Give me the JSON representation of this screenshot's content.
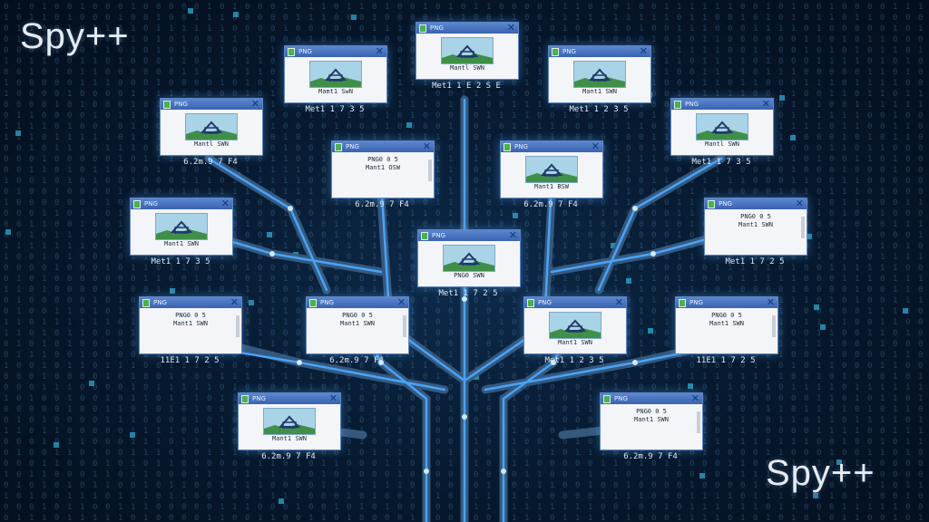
{
  "brand": {
    "top_left": "Spy++",
    "bottom_right": "Spy++"
  },
  "colors": {
    "accent": "#4aa8ff",
    "titlebar": "#3a63b0",
    "background": "#071a30"
  },
  "icons": {
    "window_close": "close-icon",
    "window_app": "app-icon",
    "thumbnail": "house-landscape-icon"
  },
  "windows": [
    {
      "id": "w0",
      "title": "PNG",
      "line1": "",
      "line2": "Mantl SWN",
      "caption": "Met1 1 E 2 S E"
    },
    {
      "id": "w1",
      "title": "PNG",
      "line1": "",
      "line2": "Mamt1 SwN",
      "caption": "Met1 1 7 3 5"
    },
    {
      "id": "w2",
      "title": "PNG",
      "line1": "",
      "line2": "Mant1 SWN",
      "caption": "Met1 1 2 3 5"
    },
    {
      "id": "w3",
      "title": "PNG",
      "line1": "",
      "line2": "Mantl SWN",
      "caption": "6.2m.9 7 F4"
    },
    {
      "id": "w4",
      "title": "PNG",
      "line1": "",
      "line2": "Mantl SWN",
      "caption": "Met1 1 7 3 5"
    },
    {
      "id": "w5",
      "title": "PNG",
      "line1": "PNG0 0 5",
      "line2": "Mant1 OSW",
      "caption": "6.2m.9 7 F4"
    },
    {
      "id": "w6",
      "title": "PNG",
      "line1": "PNG0 0 5",
      "line2": "Mant1 BSW",
      "caption": "6.2m.9 7 F4"
    },
    {
      "id": "w7",
      "title": "PNG",
      "line1": "",
      "line2": "Mant1 SWN",
      "caption": "Met1 1 7 3 5"
    },
    {
      "id": "w8",
      "title": "PNG",
      "line1": "PNG0 0 5",
      "line2": "Mant1 SWN",
      "caption": "Met1 1 7 2 5"
    },
    {
      "id": "w9",
      "title": "PNG",
      "line1": "",
      "line2": "PNG0 SWN",
      "caption": "Met1 1 7 2 5"
    },
    {
      "id": "w10",
      "title": "PNG",
      "line1": "PNG0 0 5",
      "line2": "Mant1 SWN",
      "caption": "11E1 1 7 2 5"
    },
    {
      "id": "w11",
      "title": "PNG",
      "line1": "PNG0 0 5",
      "line2": "Mant1 SWN",
      "caption": "6.2m.9 7 F4"
    },
    {
      "id": "w12",
      "title": "PNG",
      "line1": "",
      "line2": "Mant1 SWN",
      "caption": "Met1 1 2 3 5"
    },
    {
      "id": "w13",
      "title": "PNG",
      "line1": "PNG0 0 5",
      "line2": "Mant1 SWN",
      "caption": "11E1 1 7 2 5"
    },
    {
      "id": "w14",
      "title": "PNG",
      "line1": "",
      "line2": "Mant1 SWN",
      "caption": "6.2m.9 7 F4"
    },
    {
      "id": "w15",
      "title": "PNG",
      "line1": "PNG0 0 5",
      "line2": "Mant1 SWN",
      "caption": "6.2m.9 7 F4"
    }
  ]
}
